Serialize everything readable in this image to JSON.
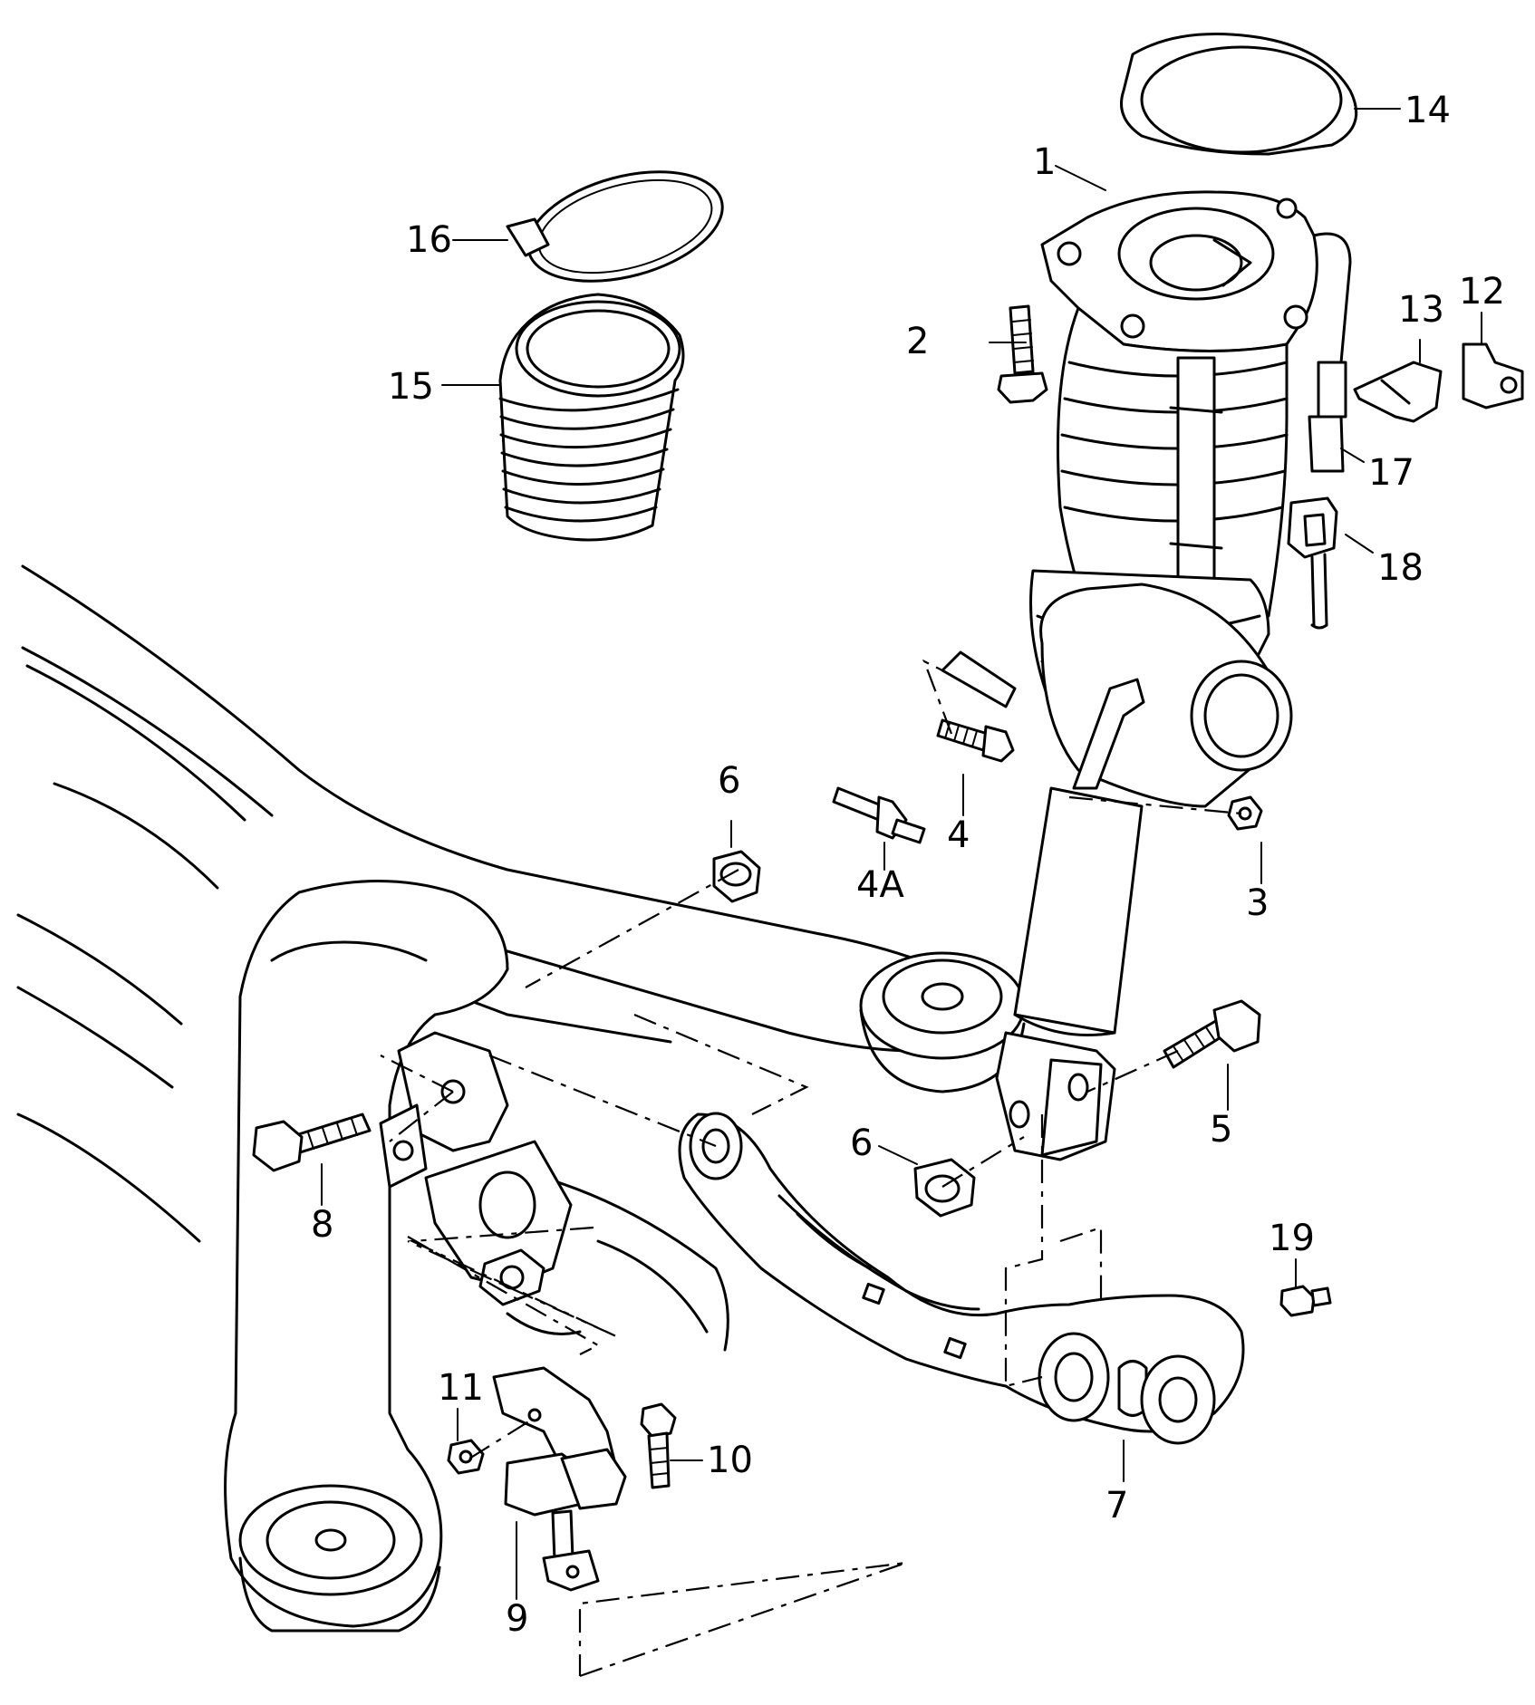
{
  "labels": {
    "p1": "1",
    "p2": "2",
    "p3": "3",
    "p4": "4",
    "p4a": "4A",
    "p5": "5",
    "p6a": "6",
    "p6b": "6",
    "p7": "7",
    "p8": "8",
    "p9": "9",
    "p10": "10",
    "p11": "11",
    "p12": "12",
    "p13": "13",
    "p14": "14",
    "p15": "15",
    "p16": "16",
    "p17": "17",
    "p18": "18",
    "p19": "19"
  }
}
